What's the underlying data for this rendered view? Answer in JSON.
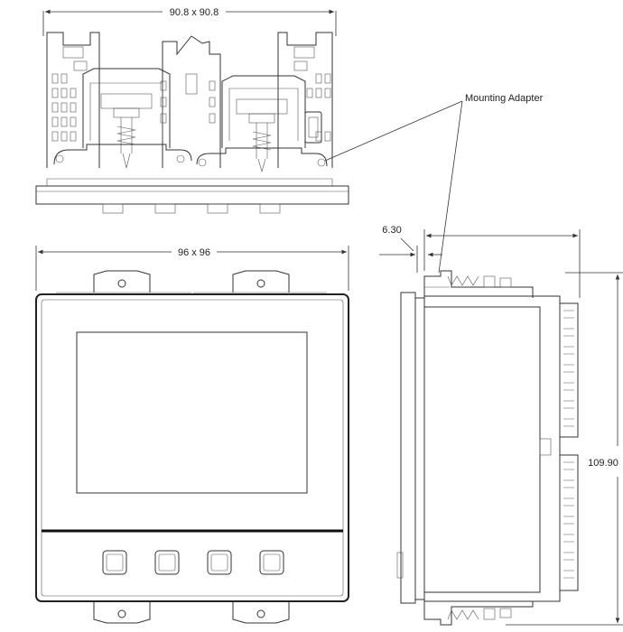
{
  "dimensions": {
    "top_width": "90.8 x 90.8",
    "front_width": "96 x 96",
    "side_depth_offset": "6.30",
    "side_height": "109.90"
  },
  "callouts": {
    "mounting_adapter": "Mounting Adapter"
  },
  "colors": {
    "line": "#333333",
    "background": "#ffffff"
  }
}
